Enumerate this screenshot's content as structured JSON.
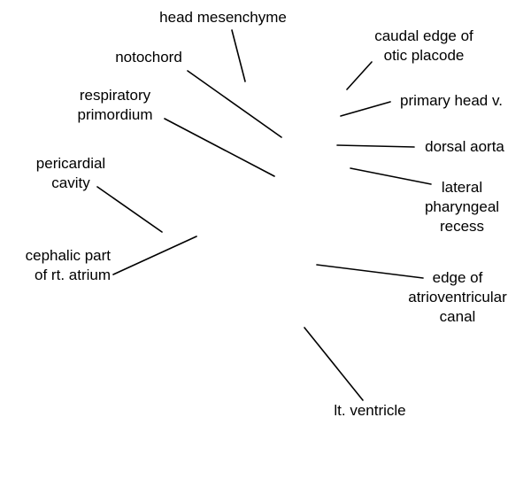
{
  "diagram": {
    "line_color": "#000000",
    "text_color": "#000000",
    "background": "#ffffff",
    "labels": {
      "head_mesenchyme": [
        "head mesenchyme"
      ],
      "caudal_edge_otic_placode": [
        "caudal edge of",
        "otic placode"
      ],
      "notochord": [
        "notochord"
      ],
      "primary_head_v": [
        "primary head v."
      ],
      "respiratory_primordium": [
        "respiratory",
        "primordium"
      ],
      "dorsal_aorta": [
        "dorsal aorta"
      ],
      "pericardial_cavity": [
        "pericardial",
        "cavity"
      ],
      "lateral_pharyngeal_recess": [
        "lateral",
        "pharyngeal",
        "recess"
      ],
      "cephalic_part_rt_atrium": [
        "cephalic part",
        "of rt. atrium"
      ],
      "edge_atrioventricular_canal": [
        "edge of",
        "atrioventricular",
        "canal"
      ],
      "lt_ventricle": [
        "lt. ventricle"
      ]
    }
  }
}
